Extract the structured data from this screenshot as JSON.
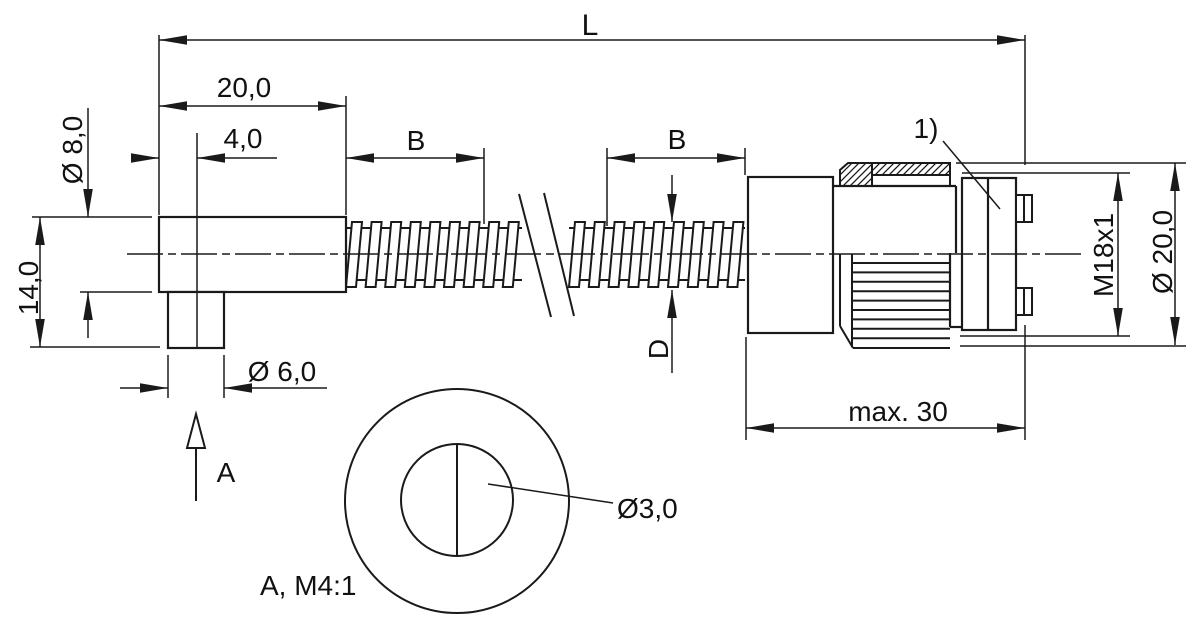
{
  "meta": {
    "background": "#ffffff",
    "line_color": "#1a1a1a"
  },
  "dimensions": {
    "total_length": "L",
    "head_length": "20,0",
    "hole_offset": "4,0",
    "tube_section_left": "B",
    "tube_section_right": "B",
    "head_diameter": "Ø 8,0",
    "head_height": "14,0",
    "stub_diameter": "Ø 6,0",
    "tube_diameter": "D",
    "thread_spec": "M18x1",
    "connector_diameter": "Ø 20,0",
    "insertion_depth": "max. 30",
    "cable_diameter": "Ø3,0"
  },
  "annotations": {
    "note_reference": "1)",
    "view_label": "A",
    "detail_view_title": "A, M4:1"
  }
}
